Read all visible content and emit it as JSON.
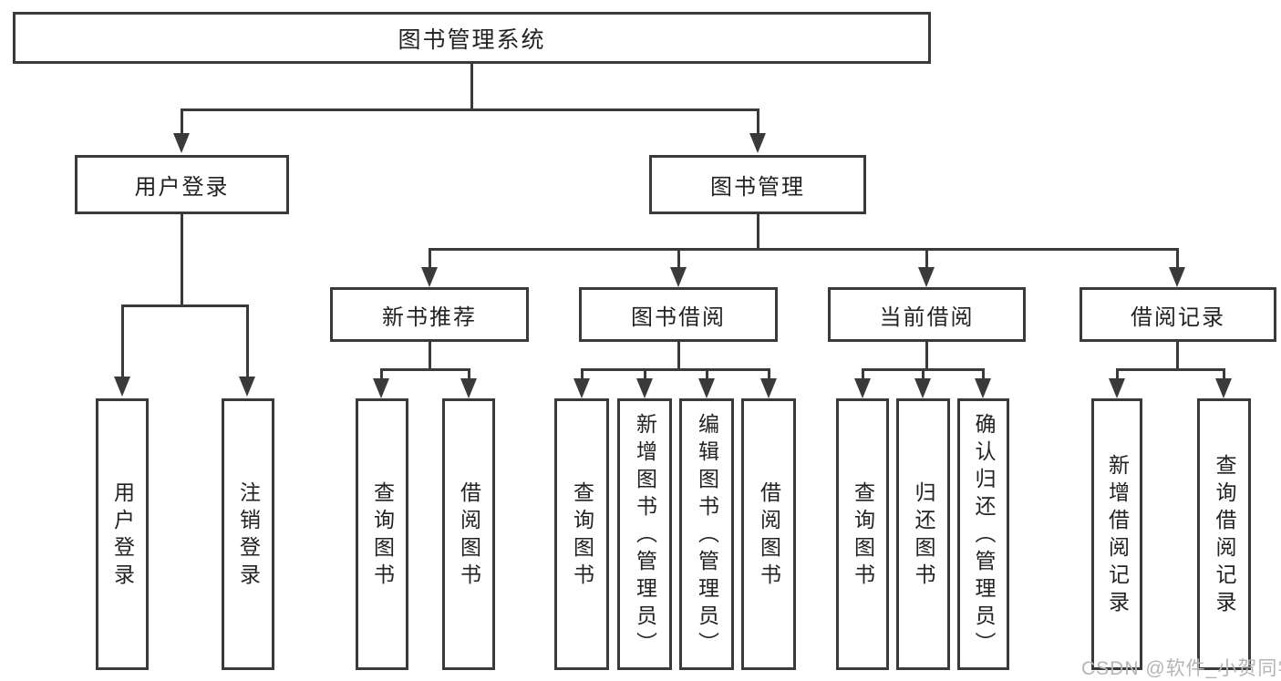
{
  "diagram": {
    "type": "hierarchy-tree",
    "line_color": "#3a3a3a",
    "box_fill": "#ffffff",
    "text_color": "#222222",
    "tree": {
      "root": {
        "label": "图书管理系统",
        "children": [
          {
            "label": "用户登录",
            "children": [
              {
                "label": "用户登录"
              },
              {
                "label": "注销登录"
              }
            ]
          },
          {
            "label": "图书管理",
            "children": [
              {
                "label": "新书推荐",
                "children": [
                  {
                    "label": "查询图书"
                  },
                  {
                    "label": "借阅图书"
                  }
                ]
              },
              {
                "label": "图书借阅",
                "children": [
                  {
                    "label": "查询图书"
                  },
                  {
                    "label": "新增图书（管理员）"
                  },
                  {
                    "label": "编辑图书（管理员）"
                  },
                  {
                    "label": "借阅图书"
                  }
                ]
              },
              {
                "label": "当前借阅",
                "children": [
                  {
                    "label": "查询图书"
                  },
                  {
                    "label": "归还图书"
                  },
                  {
                    "label": "确认归还（管理员）"
                  }
                ]
              },
              {
                "label": "借阅记录",
                "children": [
                  {
                    "label": "新增借阅记录"
                  },
                  {
                    "label": "查询借阅记录"
                  }
                ]
              }
            ]
          }
        ]
      }
    }
  },
  "watermark": {
    "text": "CSDN @软件_小贺同学",
    "color": "#b5b5b5"
  }
}
